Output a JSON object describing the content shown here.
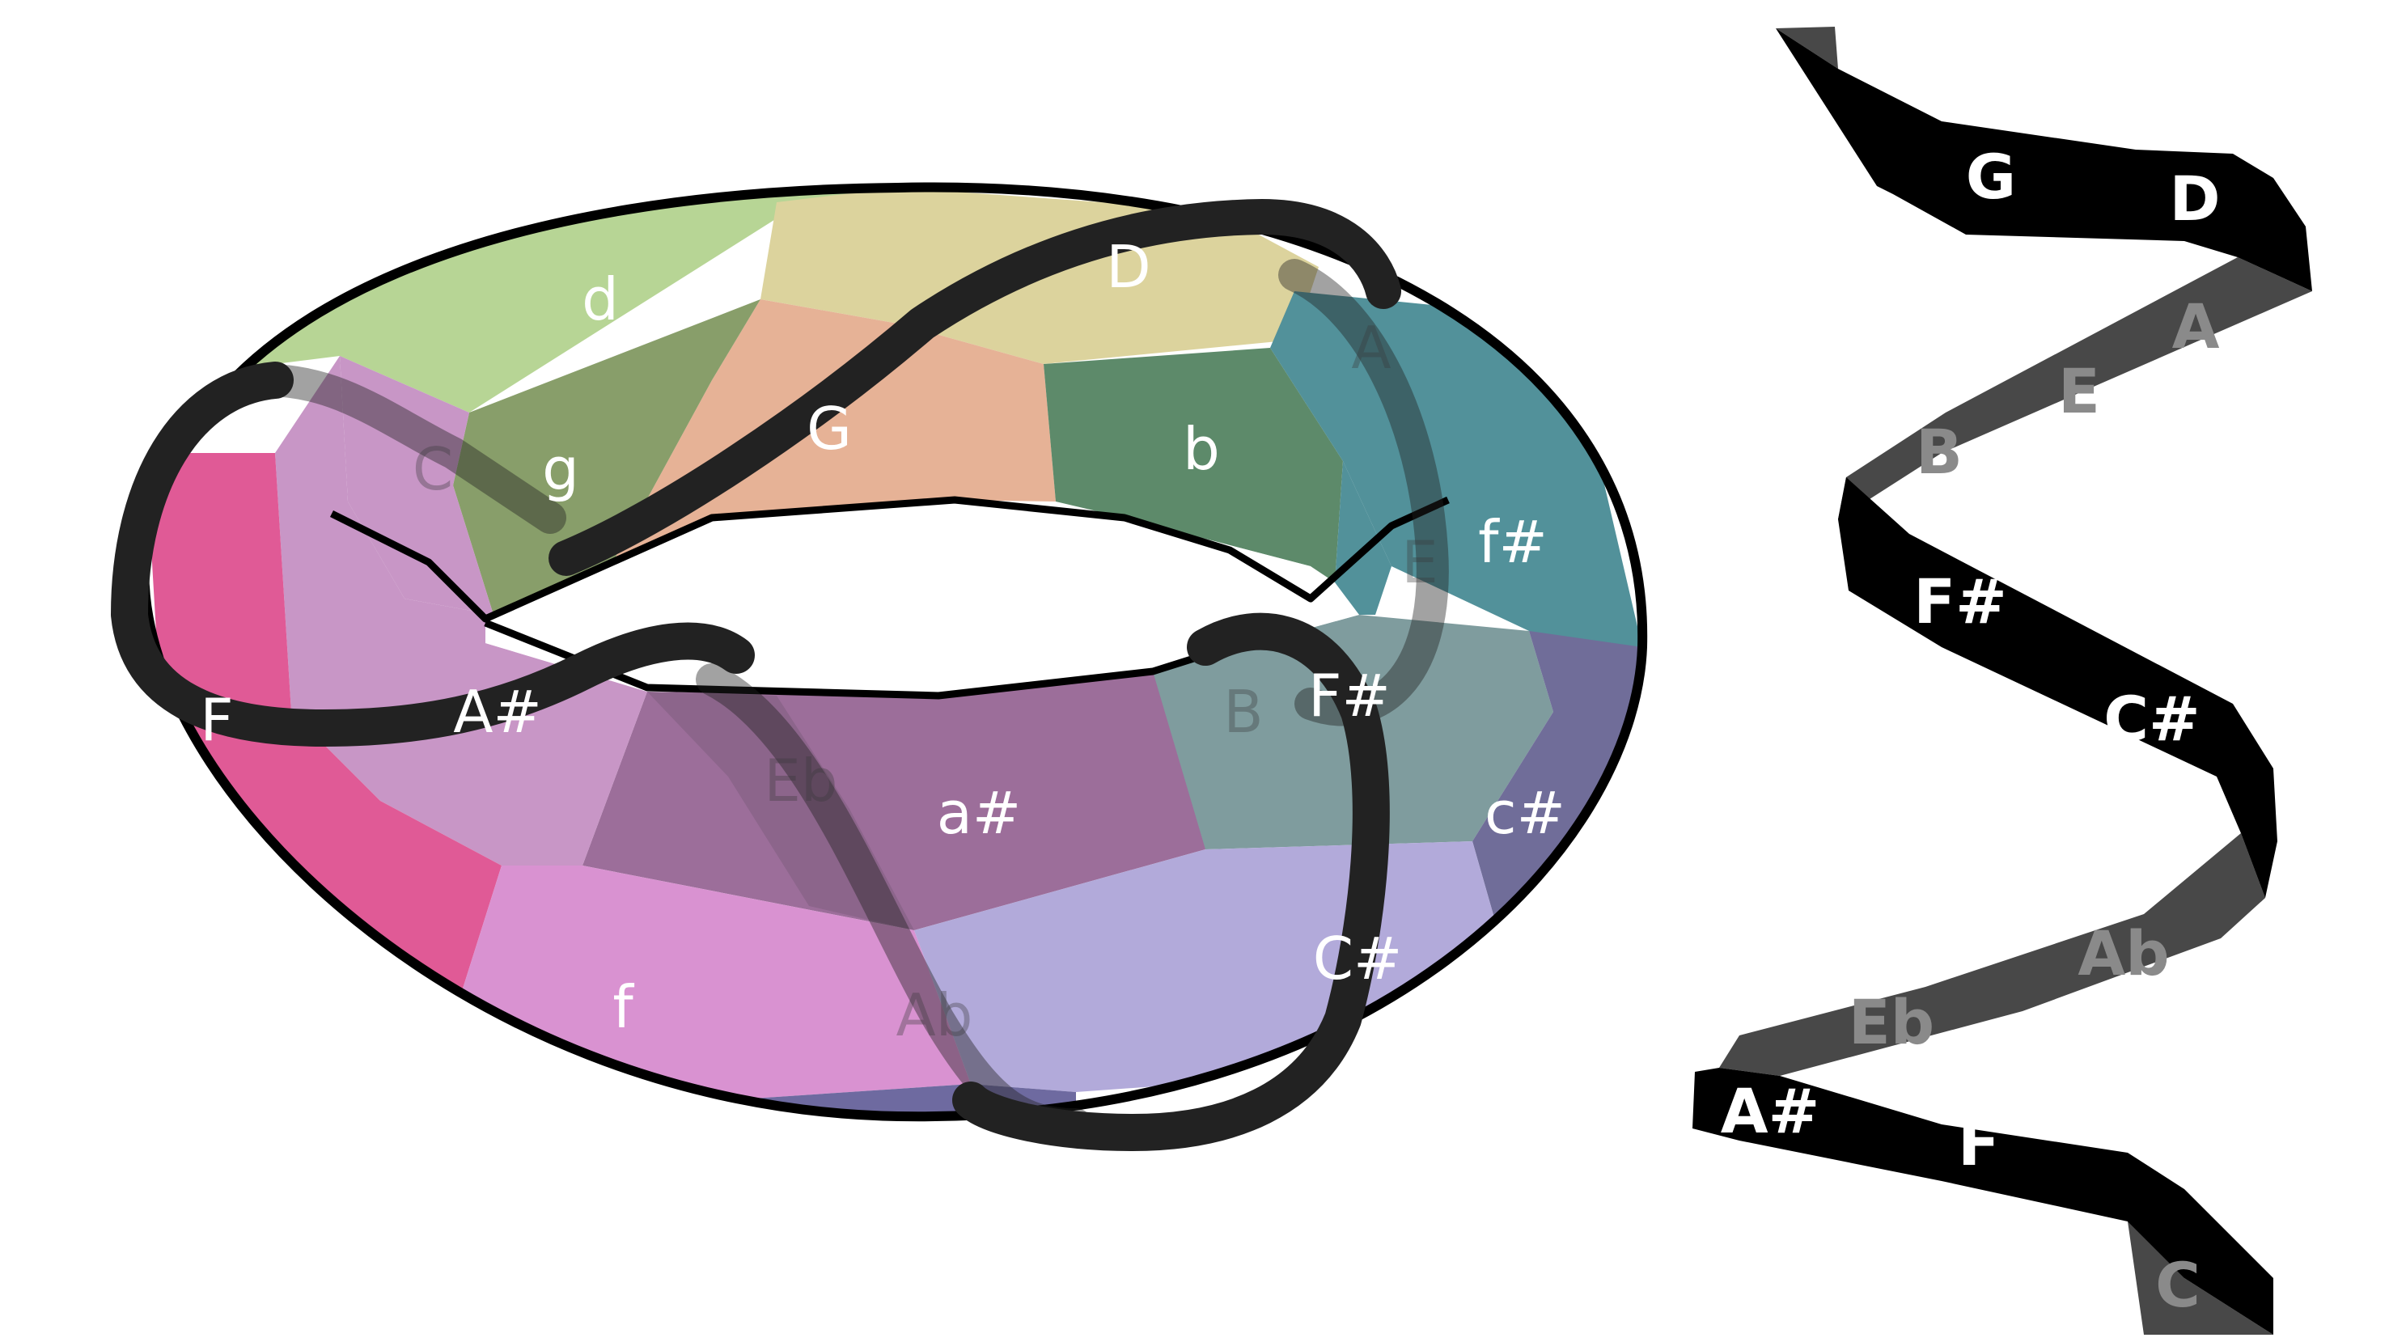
{
  "torus": {
    "labels": {
      "d": "d",
      "g": "g",
      "C": "C",
      "G": "G",
      "D": "D",
      "A": "A",
      "b": "b",
      "E": "E",
      "f_sharp": "f#",
      "F": "F",
      "A_sharp": "A#",
      "Eb": "Eb",
      "a_sharp": "a#",
      "B": "B",
      "F_sharp": "F#",
      "c_sharp": "c#",
      "C_sharp": "C#",
      "f": "f",
      "Ab": "Ab"
    },
    "colors": {
      "d": "#b7d595",
      "D_region": "#dcd39d",
      "G_region": "#e6b296",
      "g": "#889e6a",
      "b": "#5d8a6a",
      "fsharp": "#52919a",
      "csharp": "#706d99",
      "B": "#7f9c9e",
      "asharp": "#9c6e9a",
      "f": "#d992d1",
      "F": "#e05a96",
      "Asharp": "#c896c6",
      "Csharp": "#b2aada",
      "strip": "#222222",
      "rim": "#000000"
    }
  },
  "spiral": {
    "front_labels": [
      "G",
      "D",
      "F#",
      "C#",
      "A#",
      "F"
    ],
    "back_labels": [
      "A",
      "E",
      "B",
      "Ab",
      "Eb",
      "C"
    ],
    "colors": {
      "front": "#000000",
      "back": "#484848"
    }
  }
}
